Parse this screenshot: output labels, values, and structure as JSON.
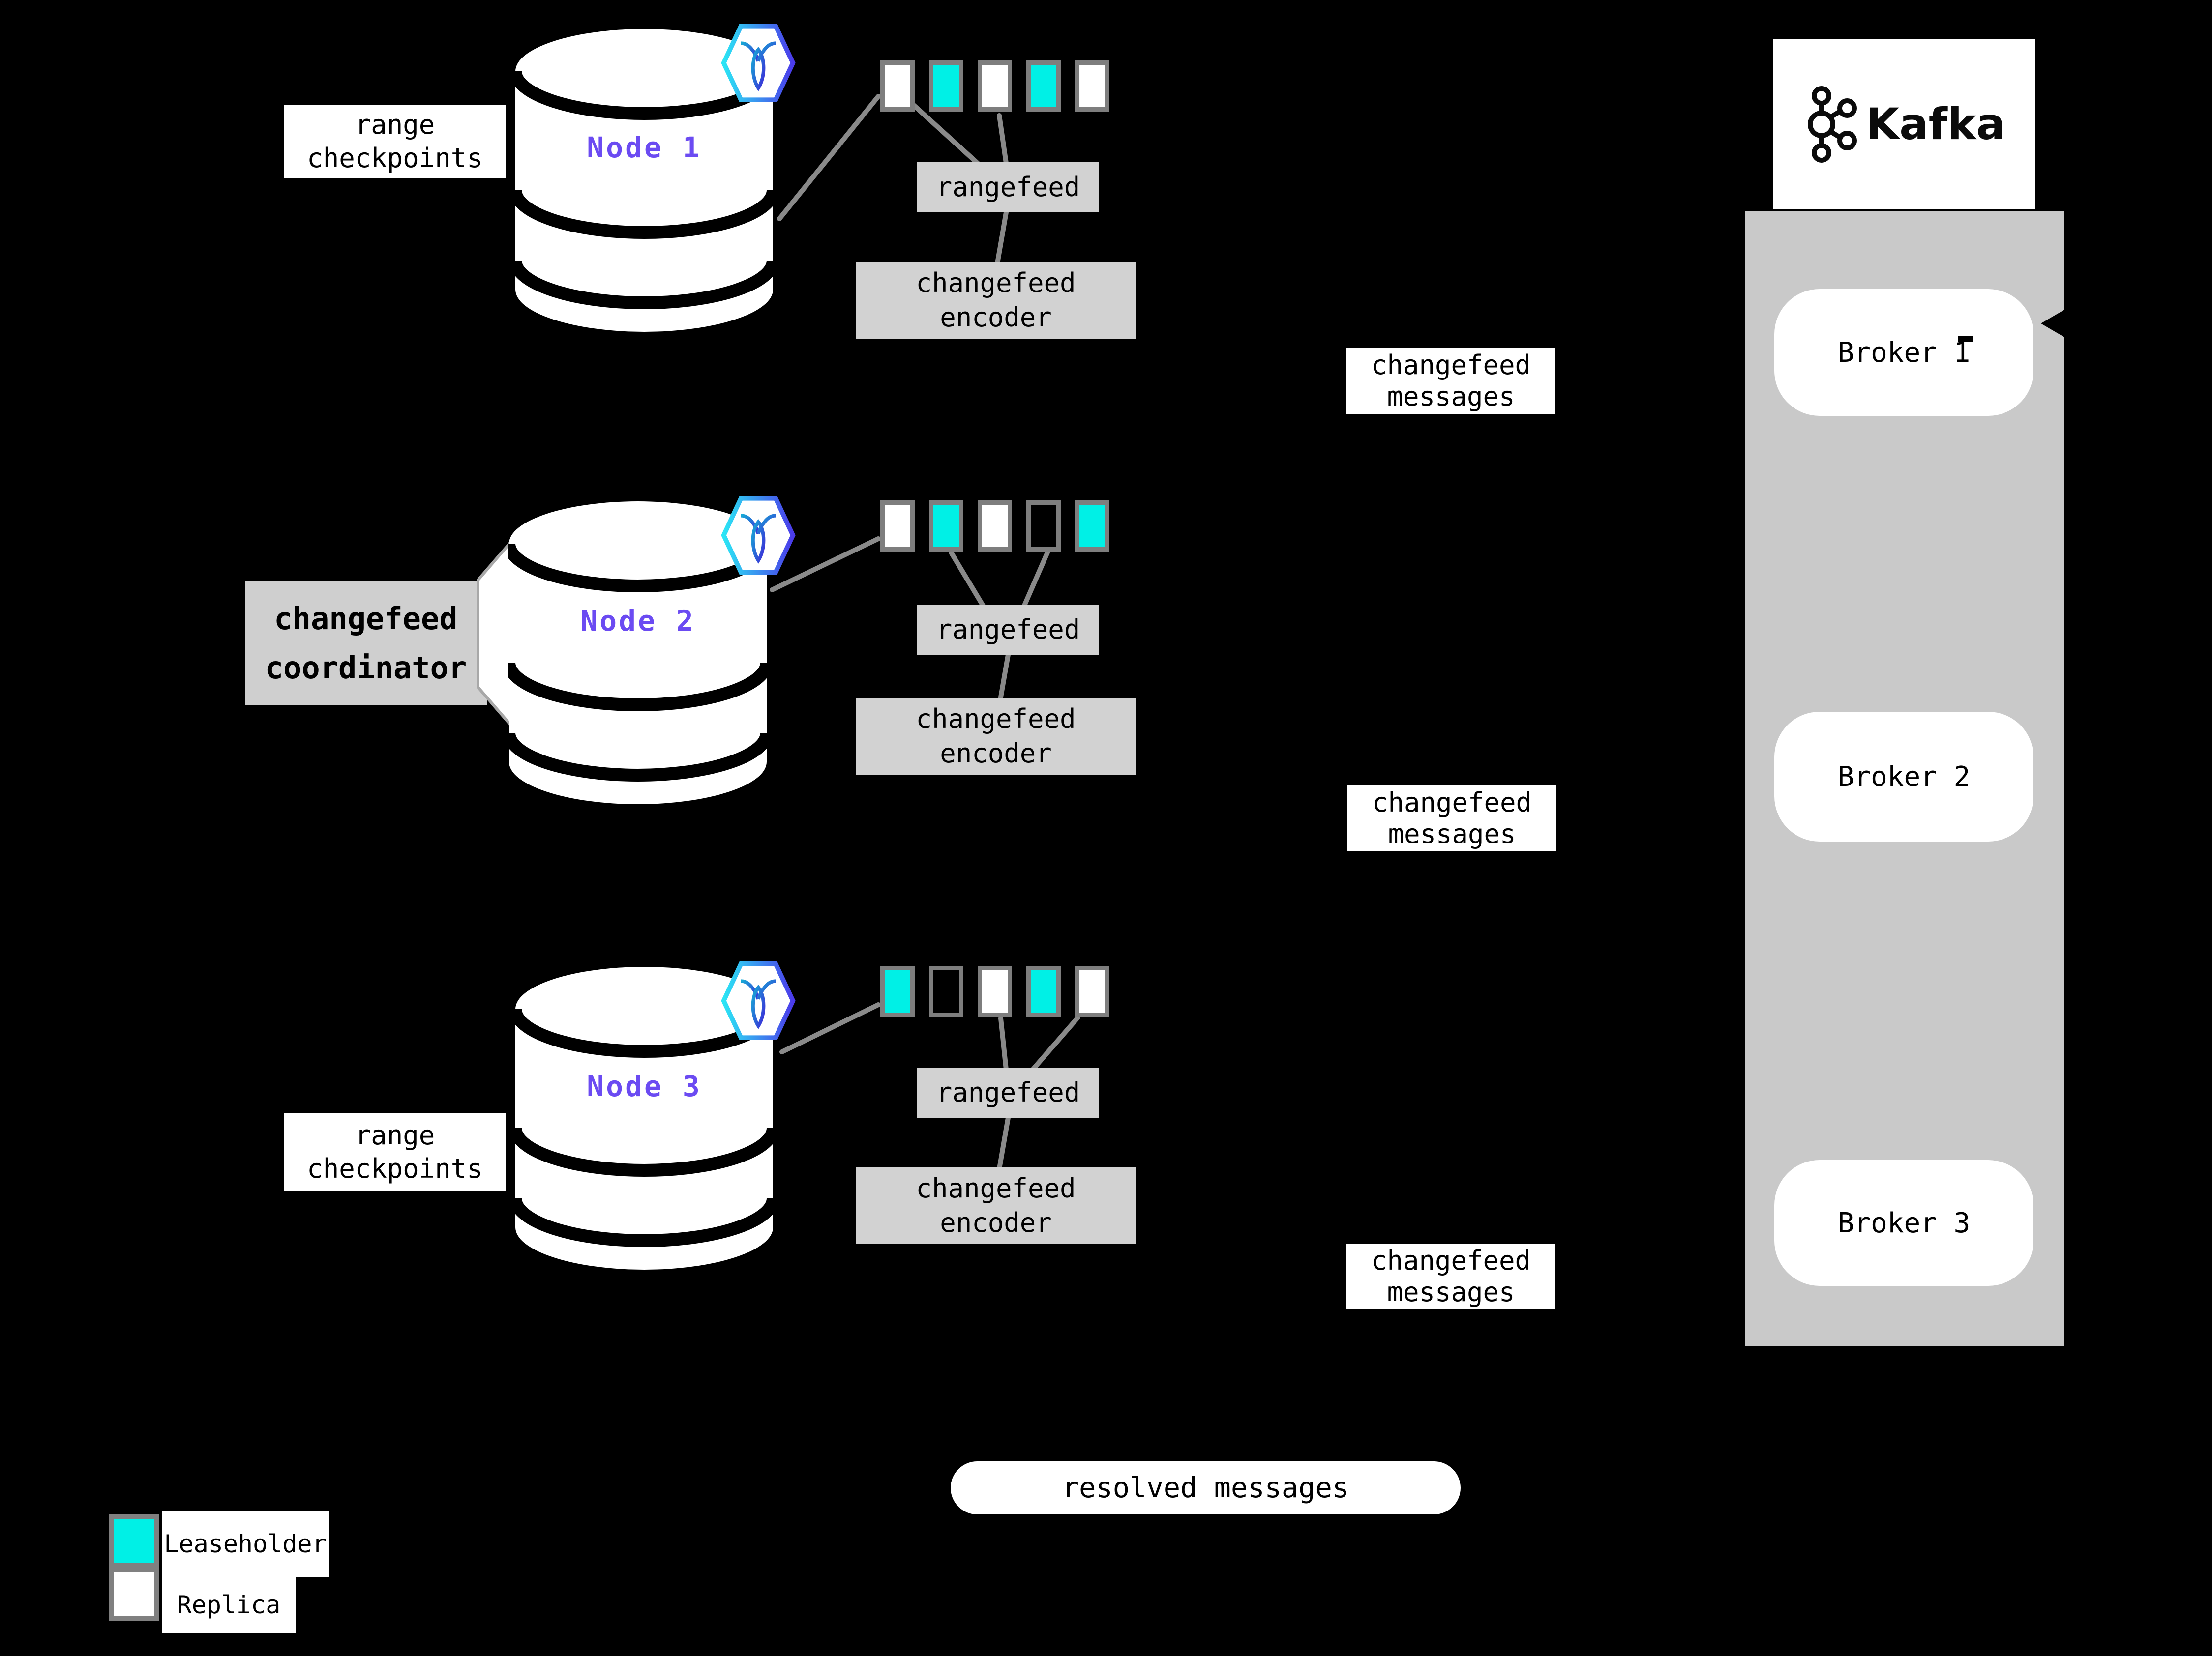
{
  "colors": {
    "background": "#000000",
    "leaseholder": "#00F0E6",
    "replica": "#FFFFFF",
    "empty_range": "#000000",
    "range_border": "#7E7E7E",
    "connector_gray": "#8A8A8A",
    "process_box_gray": "#D2D2D2",
    "kafka_container_gray": "#C9C9C9",
    "node_label_purple": "#6B4BF2",
    "badge_gradient_start": "#2BE5F5",
    "badge_gradient_end": "#4B3BEA"
  },
  "icons": {
    "node_badge": "cockroachdb-logo-icon",
    "kafka_mark": "kafka-circles-icon",
    "broker_arrow": "arrowhead-left-icon"
  },
  "checkpoint_label": {
    "line1": "range",
    "line2": "checkpoints"
  },
  "coordinator": {
    "line1": "changefeed",
    "line2": "coordinator"
  },
  "resolved_label": "resolved messages",
  "kafka": {
    "wordmark": "Kafka",
    "brokers": [
      {
        "label": "Broker 1"
      },
      {
        "label": "Broker 2"
      },
      {
        "label": "Broker 3"
      }
    ]
  },
  "clusters": [
    {
      "node_label": "Node 1",
      "rangefeed_label": "rangefeed",
      "encoder_line1": "changefeed",
      "encoder_line2": "encoder",
      "messages_line1": "changefeed",
      "messages_line2": "messages",
      "ranges": [
        "replica",
        "leaseholder",
        "replica",
        "leaseholder",
        "replica"
      ]
    },
    {
      "node_label": "Node 2",
      "rangefeed_label": "rangefeed",
      "encoder_line1": "changefeed",
      "encoder_line2": "encoder",
      "messages_line1": "changefeed",
      "messages_line2": "messages",
      "ranges": [
        "replica",
        "leaseholder",
        "replica",
        "empty",
        "leaseholder"
      ]
    },
    {
      "node_label": "Node 3",
      "rangefeed_label": "rangefeed",
      "encoder_line1": "changefeed",
      "encoder_line2": "encoder",
      "messages_line1": "changefeed",
      "messages_line2": "messages",
      "ranges": [
        "leaseholder",
        "empty",
        "replica",
        "leaseholder",
        "replica"
      ]
    }
  ],
  "legend": {
    "items": [
      {
        "label": "Leaseholder",
        "type": "leaseholder"
      },
      {
        "label": "Replica",
        "type": "replica"
      }
    ]
  }
}
